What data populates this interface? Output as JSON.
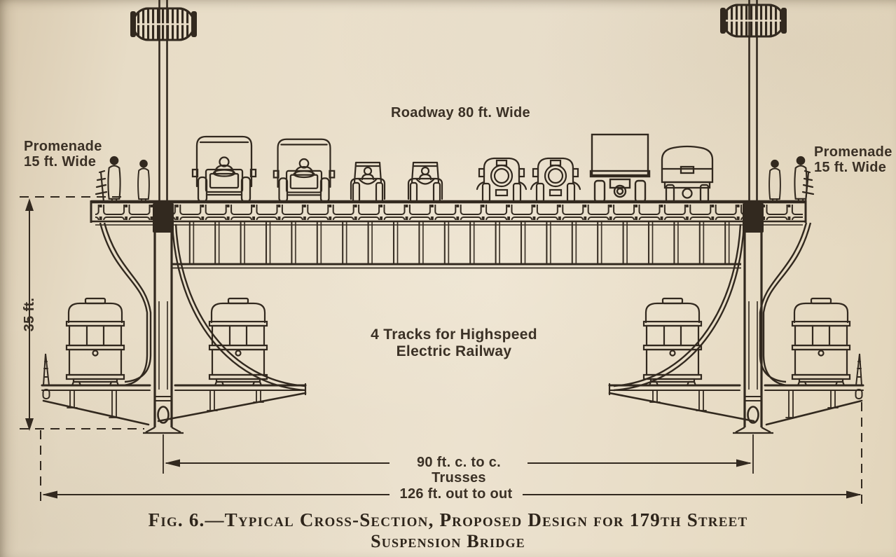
{
  "drawing": {
    "labels": {
      "roadway": "Roadway 80 ft. Wide",
      "promenade_left": {
        "line1": "Promenade",
        "line2": "15 ft. Wide"
      },
      "promenade_right": {
        "line1": "Promenade",
        "line2": "15 ft. Wide"
      },
      "height": "35 ft.",
      "railway": {
        "line1": "4 Tracks for Highspeed",
        "line2": "Electric Railway"
      },
      "truss_spacing": "90 ft. c. to c. Trusses",
      "overall_width": "126 ft. out to out"
    },
    "caption": {
      "line1": "Fig. 6.—Typical Cross-Section, Proposed Design for 179th Street",
      "line2": "Suspension Bridge"
    },
    "colors": {
      "paper": "#e8dcc6",
      "ink": "#32291f"
    }
  }
}
